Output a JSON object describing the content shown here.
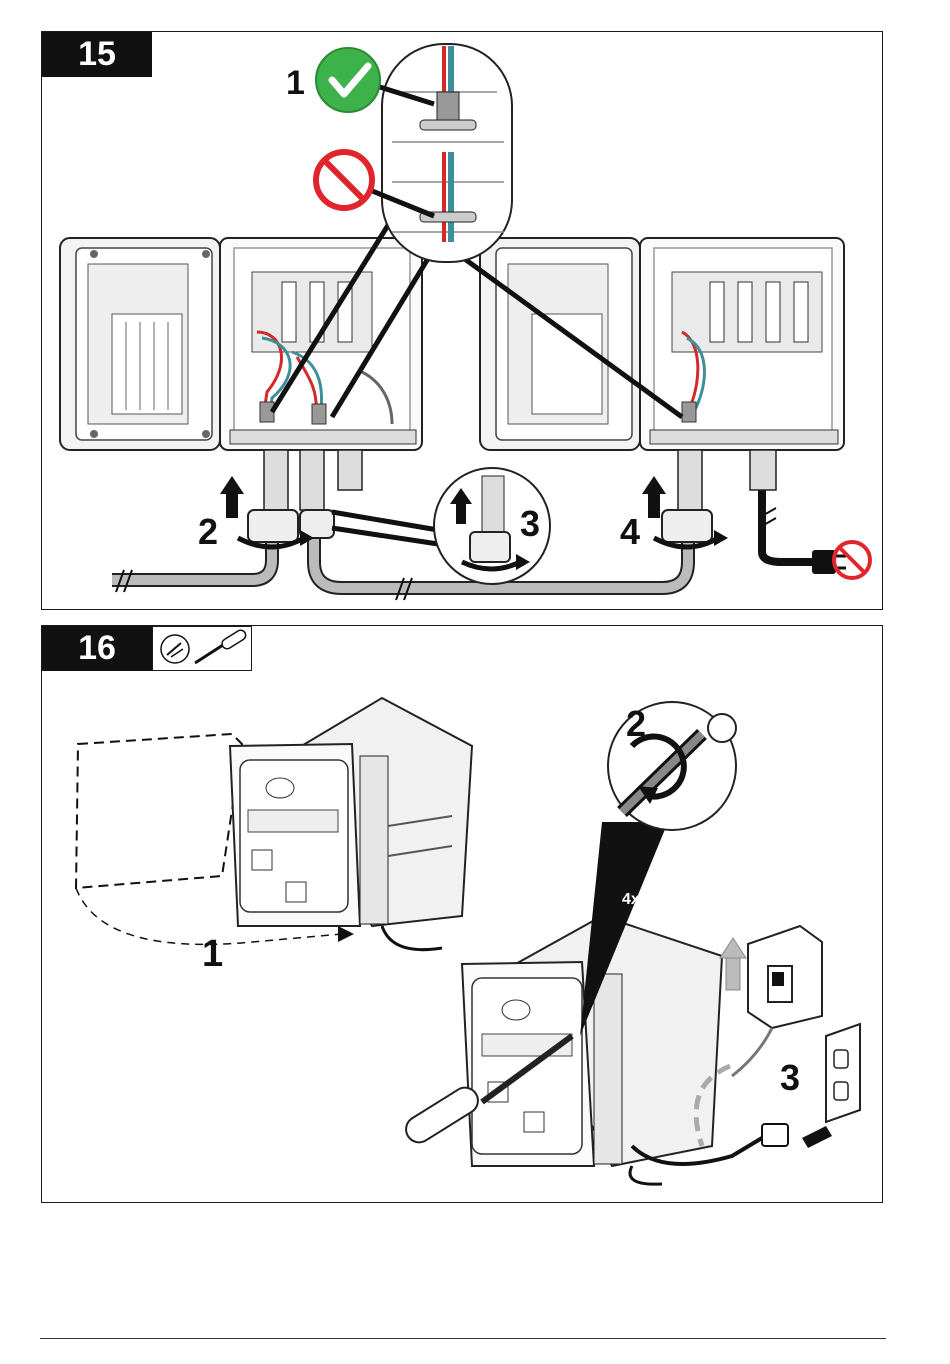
{
  "step15": {
    "badge": "15",
    "callouts": {
      "c1": "1",
      "c2": "2",
      "c3": "3",
      "c4": "4"
    }
  },
  "step16": {
    "badge": "16",
    "callouts": {
      "c1": "1",
      "c2": "2",
      "c3": "3",
      "multiplier": "4x"
    }
  },
  "icons": [
    "check-icon",
    "prohibited-icon",
    "screwdriver-icon",
    "no-power-plug-icon",
    "power-switch-icon",
    "outlet-icon"
  ],
  "colors": {
    "check_green": "#3db24a",
    "prohibit_red": "#e0262c",
    "wire_red": "#d42a2a",
    "wire_teal": "#3e8f9a",
    "panel_dark": "#111111"
  }
}
